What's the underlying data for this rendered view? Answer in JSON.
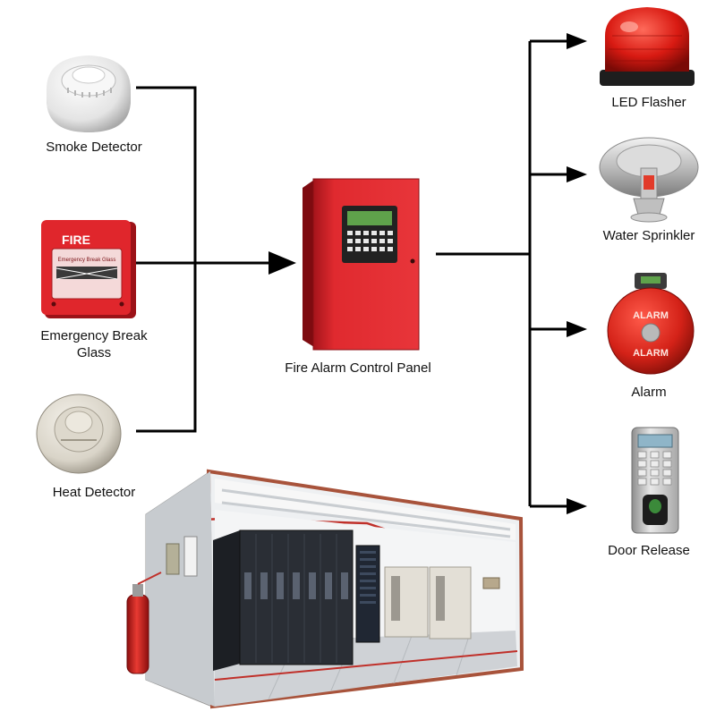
{
  "diagram": {
    "inputs": [
      {
        "id": "smoke",
        "label": "Smoke Detector"
      },
      {
        "id": "glass",
        "label_line1": "Emergency Break",
        "label_line2": "Glass",
        "device_text": "FIRE",
        "sub_text": "Emergency Break Glass"
      },
      {
        "id": "heat",
        "label": "Heat Detector"
      }
    ],
    "controller": {
      "label": "Fire Alarm Control Panel"
    },
    "outputs": [
      {
        "id": "flasher",
        "label": "LED Flasher"
      },
      {
        "id": "sprinkler",
        "label": "Water Sprinkler"
      },
      {
        "id": "alarm",
        "label": "Alarm",
        "device_text_top": "ALARM",
        "device_text_bottom": "ALARM"
      },
      {
        "id": "door",
        "label": "Door Release"
      }
    ]
  },
  "colors": {
    "line": "#000000",
    "panel_red": "#e02a2f",
    "device_red": "#d9262c",
    "room_wall": "#c8ccd0",
    "room_trim": "#a8533b"
  }
}
